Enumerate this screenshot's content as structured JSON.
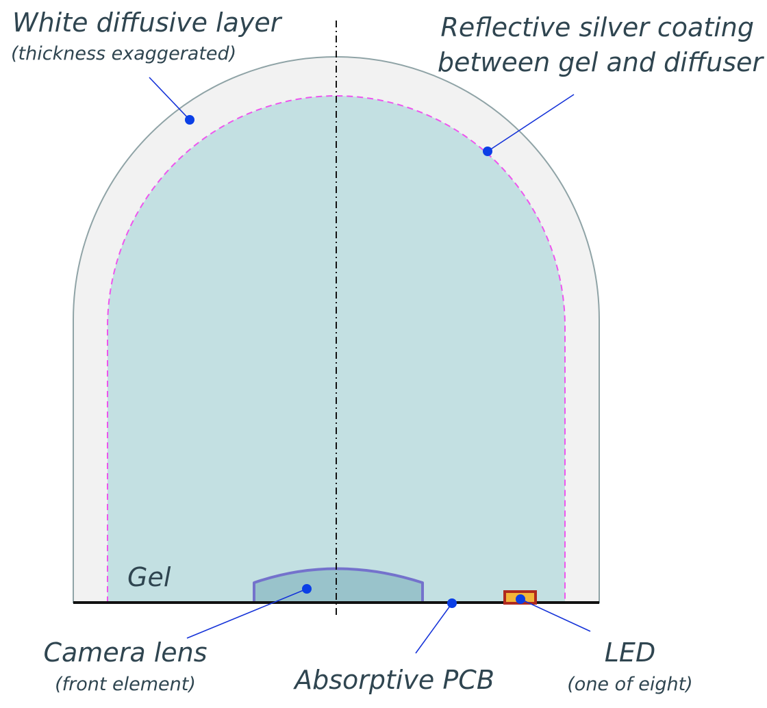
{
  "labels": {
    "diffuser_title": "White diffusive layer",
    "diffuser_note": "(thickness exaggerated)",
    "coating_line1": "Reflective silver coating",
    "coating_line2": "between gel and diffuser",
    "gel": "Gel",
    "lens_title": "Camera lens",
    "lens_note": "(front element)",
    "pcb": "Absorptive PCB",
    "led_title": "LED",
    "led_note": "(one of eight)"
  },
  "colors": {
    "diffuser_fill": "#f2f2f2",
    "diffuser_outline": "#8fa3a6",
    "gel_fill": "#c3e0e2",
    "coating_dash": "#ee55ee",
    "lens_fill": "#99c3cb",
    "lens_outline": "#7472cc",
    "led_fill": "#f2b53a",
    "led_outline": "#b02a1e",
    "leader_line": "#1432d8",
    "label_text": "#2f4550"
  }
}
